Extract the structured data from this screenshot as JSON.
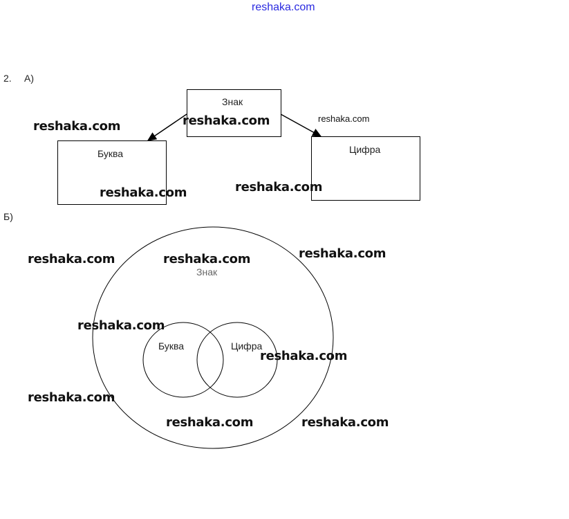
{
  "header_link": "reshaka.com",
  "task_number": "2.",
  "part_a": {
    "label": "А)",
    "nodes": {
      "root": "Знак",
      "left": "Буква",
      "right": "Цифра"
    }
  },
  "part_b": {
    "label": "Б)",
    "outer": "Знак",
    "inner_left": "Буква",
    "inner_right": "Цифра"
  },
  "watermark": "reshaka.com"
}
